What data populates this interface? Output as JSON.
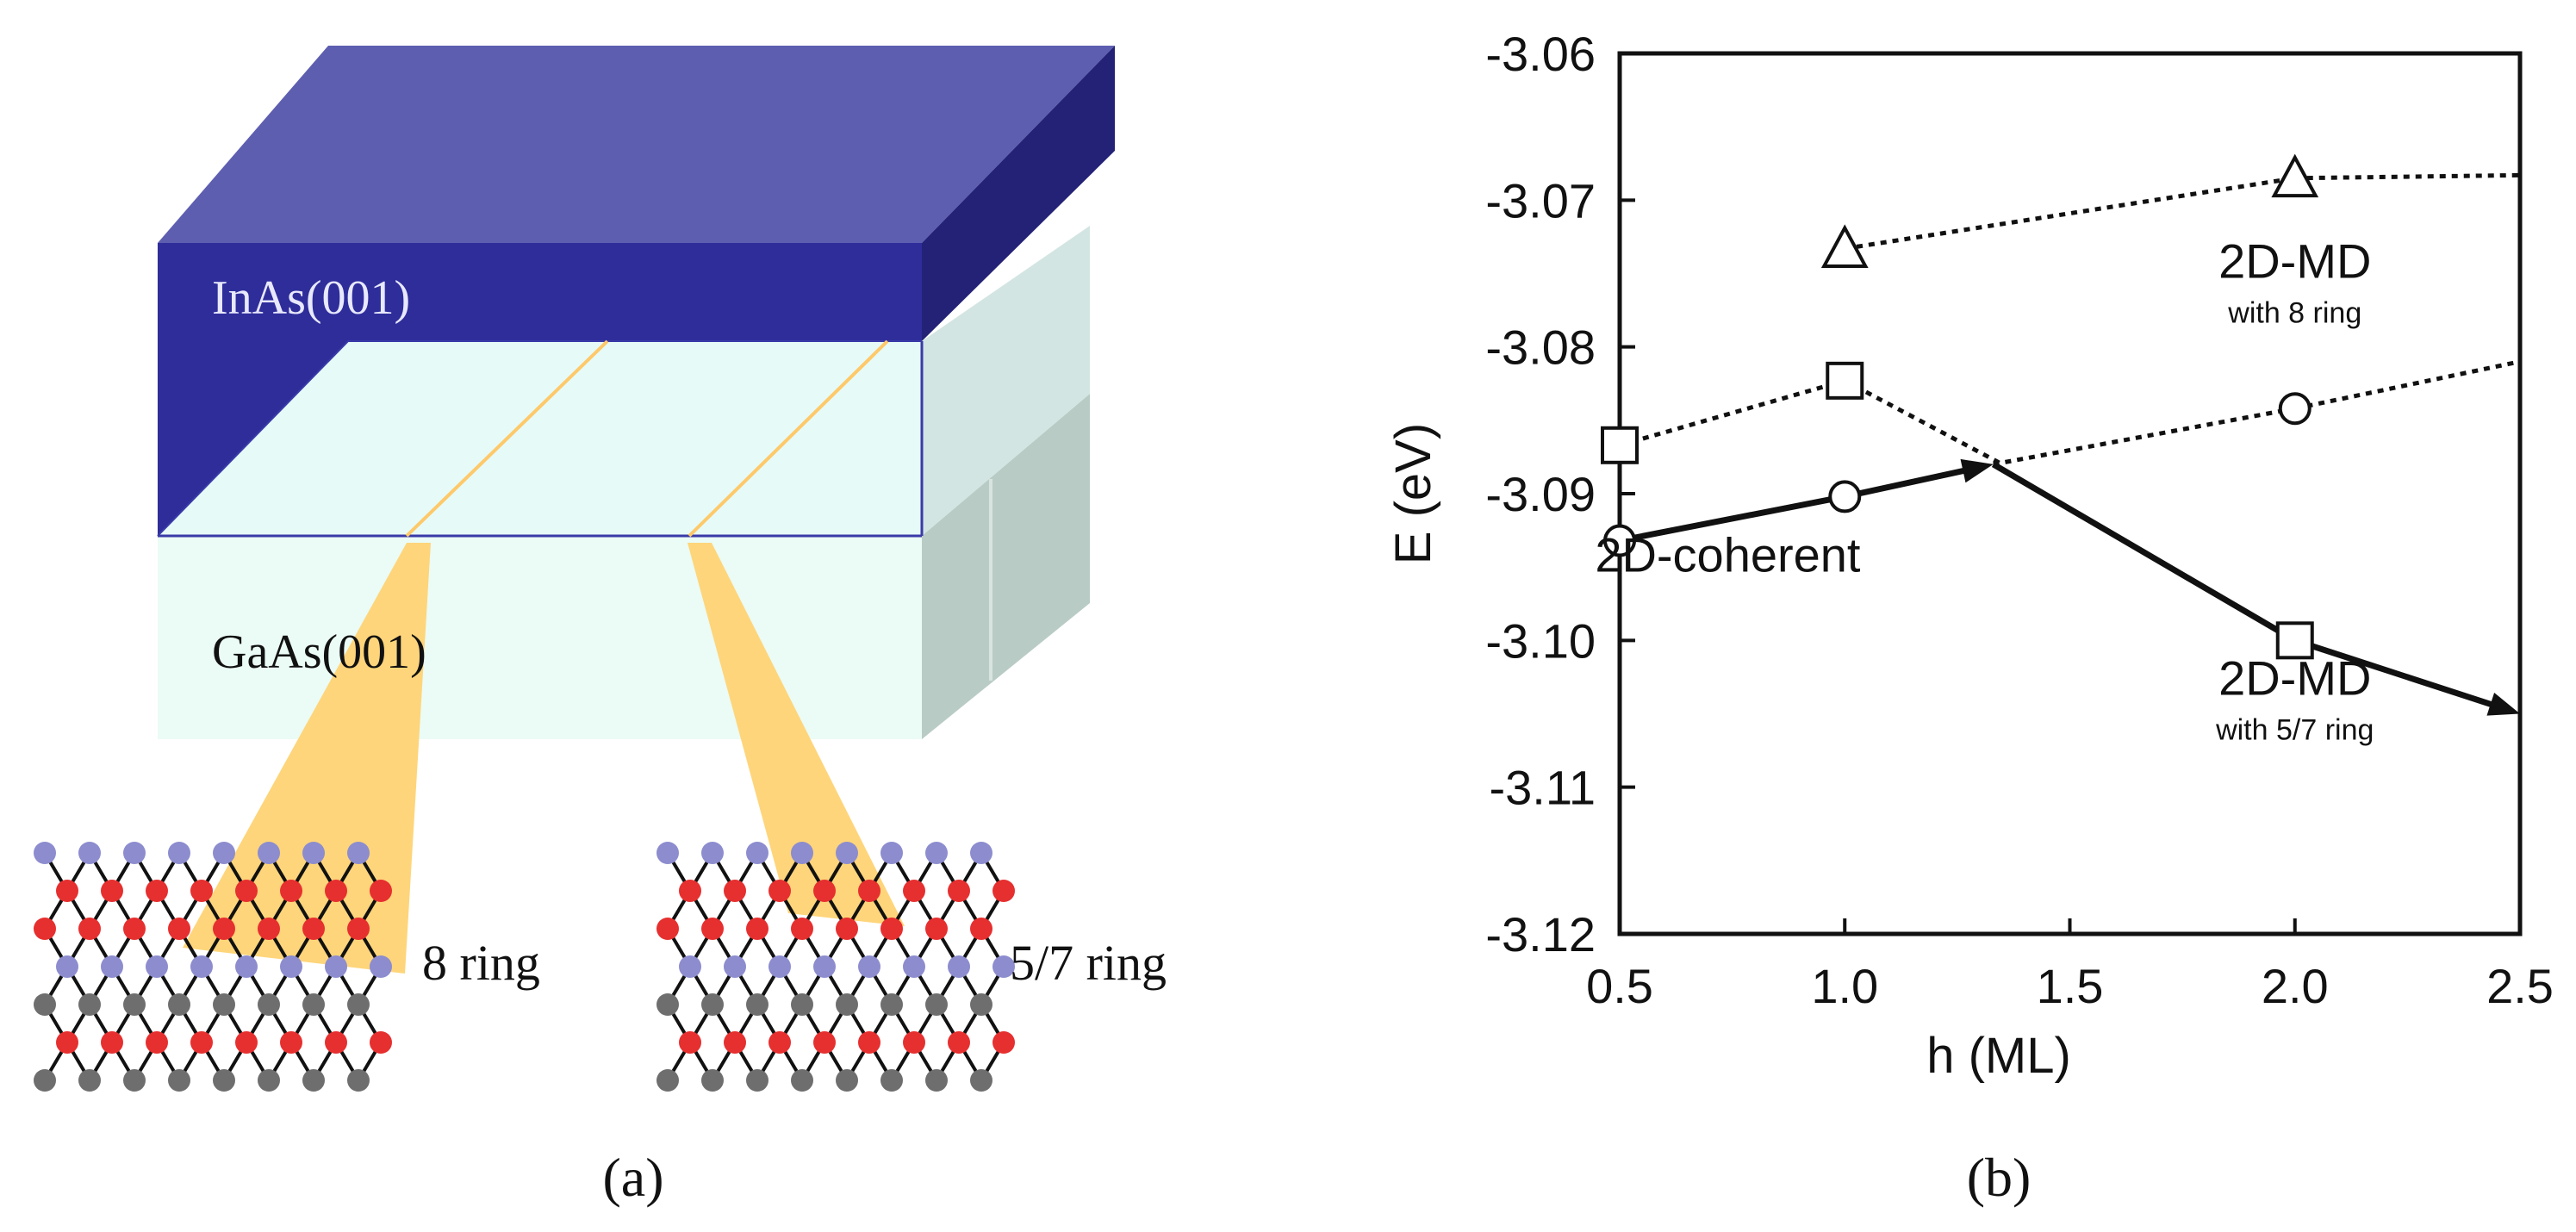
{
  "panel_a": {
    "top_layer_label": "InAs(001)",
    "bottom_layer_label": "GaAs(001)",
    "ring_labels": [
      "8 ring",
      "5/7 ring"
    ],
    "caption": "(a)",
    "colors": {
      "inas_front": "#2e2d9a",
      "inas_top": "#5d5eb0",
      "inas_side": "#232276",
      "gaas_front": "#ebfbf5",
      "gaas_side": "#b9cbc5",
      "highlight": "#fed57a",
      "atom_red": "#e62f2f",
      "atom_blue": "#8c8ccf",
      "atom_gray": "#6e6e6e"
    }
  },
  "panel_b_caption": "(b)",
  "chart_data": {
    "type": "line",
    "xlabel": "h (ML)",
    "ylabel": "E (eV)",
    "xlim": [
      0.5,
      2.5
    ],
    "ylim": [
      -3.12,
      -3.06
    ],
    "xticks": [
      "0.5",
      "1.0",
      "1.5",
      "2.0",
      "2.5"
    ],
    "yticks": [
      "-3.06",
      "-3.07",
      "-3.08",
      "-3.09",
      "-3.10",
      "-3.11",
      "-3.12"
    ],
    "grid": false,
    "series": [
      {
        "marker": "triangle",
        "style": "dotted",
        "x": [
          1.0,
          2.0,
          2.5
        ],
        "y": [
          -3.0733,
          -3.0685,
          -3.0683
        ],
        "marked": [
          true,
          true,
          false
        ]
      },
      {
        "marker": "square",
        "style": "dotted",
        "x": [
          0.5,
          1.0,
          1.35
        ],
        "y": [
          -3.0867,
          -3.0823,
          -3.088
        ],
        "marked": [
          true,
          true,
          false
        ]
      },
      {
        "marker": "circle",
        "style": "dotted",
        "x": [
          1.33,
          2.0,
          2.5
        ],
        "y": [
          -3.088,
          -3.0842,
          -3.081
        ],
        "marked": [
          false,
          true,
          false
        ]
      },
      {
        "marker": "circle",
        "style": "solid",
        "x": [
          0.5,
          1.0,
          1.33
        ],
        "y": [
          -3.0932,
          -3.0902,
          -3.088
        ],
        "marked": [
          true,
          true,
          false
        ],
        "arrow_end": true
      },
      {
        "marker": "square",
        "style": "solid",
        "x": [
          1.33,
          2.0,
          2.5
        ],
        "y": [
          -3.088,
          -3.1,
          -3.105
        ],
        "marked": [
          false,
          true,
          false
        ],
        "arrow_end": true
      }
    ],
    "annotations": [
      {
        "text": "2D-MD",
        "sub": "with 8 ring",
        "x": 2.0,
        "y": -3.0753
      },
      {
        "text": "2D-coherent",
        "sub": "",
        "x": 0.74,
        "y": -3.0953
      },
      {
        "text": "2D-MD",
        "sub": "with 5/7 ring",
        "x": 2.0,
        "y": -3.1037
      }
    ]
  }
}
